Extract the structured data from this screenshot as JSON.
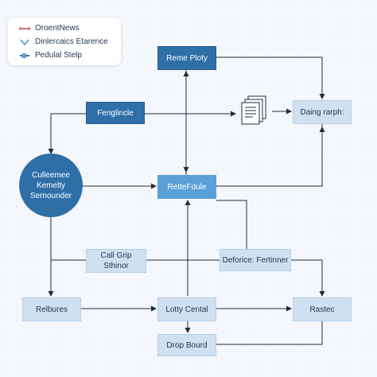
{
  "legend": {
    "items": [
      {
        "label": "OroentNews",
        "icon": "red-line-icon",
        "color": "#c0392b"
      },
      {
        "label": "Dinlercaics Etarence",
        "icon": "check-chevron-icon",
        "color": "#4a8fc9"
      },
      {
        "label": "Pedulal Stelp",
        "icon": "arrow-line-icon",
        "color": "#2f6fa8"
      }
    ]
  },
  "nodes": {
    "reme_ploty": "Reme Ploty",
    "fengllncle": "Fenglincle",
    "daing_rarph": "Daing rarph:",
    "circle_line1": "Culleemee",
    "circle_line2": "Kemelty",
    "circle_line3": "Sernounder",
    "rettefdule": "RetteFdule",
    "call_grip_line1": "Call Grip",
    "call_grip_line2": "Sthinor",
    "deforice": "Deforice: Fertinner",
    "relbures": "Relbures",
    "lotty_cental": "Lotty Cental",
    "rastec": "Rastec",
    "drop_bourd": "Drop Bourd"
  },
  "icons": {
    "document": "document-stack-icon"
  },
  "colors": {
    "dark_node": "#2f6fa8",
    "light_node": "#cfe0f0",
    "wire": "#1f2d3d"
  }
}
